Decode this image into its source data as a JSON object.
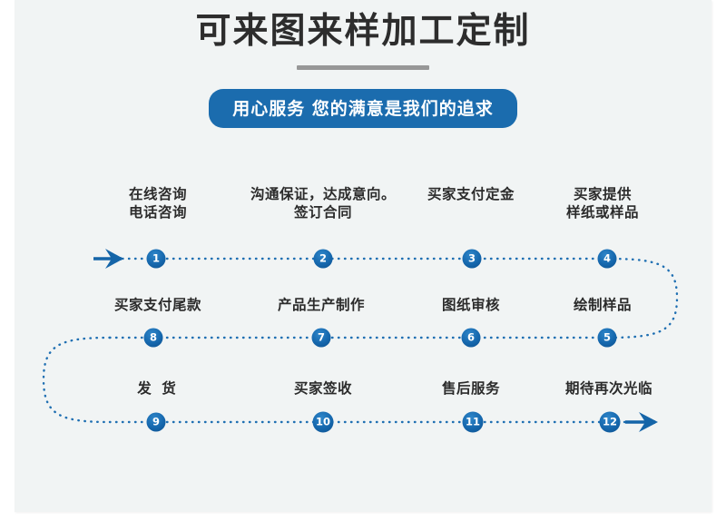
{
  "header": {
    "title": "可来图来样加工定制",
    "divider": "divider",
    "subtitle": "用心服务 您的满意是我们的追求",
    "colors": {
      "title_text": "#2d2d2d",
      "divider": "#979797",
      "pill_bg": "#1b6cae",
      "pill_text": "#ffffff",
      "canvas_bg": "#f1f4f4"
    }
  },
  "flow": {
    "line_color": "#1f6fb2",
    "badge_color": "#1567ad",
    "rows": [
      {
        "direction": "left-to-right",
        "nodes": [
          {
            "number": "1",
            "label": "在线咨询\n电话咨询"
          },
          {
            "number": "2",
            "label": "沟通保证，达成意向。\n签订合同"
          },
          {
            "number": "3",
            "label": "买家支付定金"
          },
          {
            "number": "4",
            "label": "买家提供\n样纸或样品"
          }
        ]
      },
      {
        "direction": "right-to-left",
        "nodes": [
          {
            "number": "8",
            "label": "买家支付尾款"
          },
          {
            "number": "7",
            "label": "产品生产制作"
          },
          {
            "number": "6",
            "label": "图纸审核"
          },
          {
            "number": "5",
            "label": "绘制样品"
          }
        ]
      },
      {
        "direction": "left-to-right",
        "nodes": [
          {
            "number": "9",
            "label": "发 货"
          },
          {
            "number": "10",
            "label": "买家签收"
          },
          {
            "number": "11",
            "label": "售后服务"
          },
          {
            "number": "12",
            "label": "期待再次光临"
          }
        ]
      }
    ],
    "start_arrow": "arrow-right-icon",
    "end_arrow": "arrow-right-icon"
  }
}
